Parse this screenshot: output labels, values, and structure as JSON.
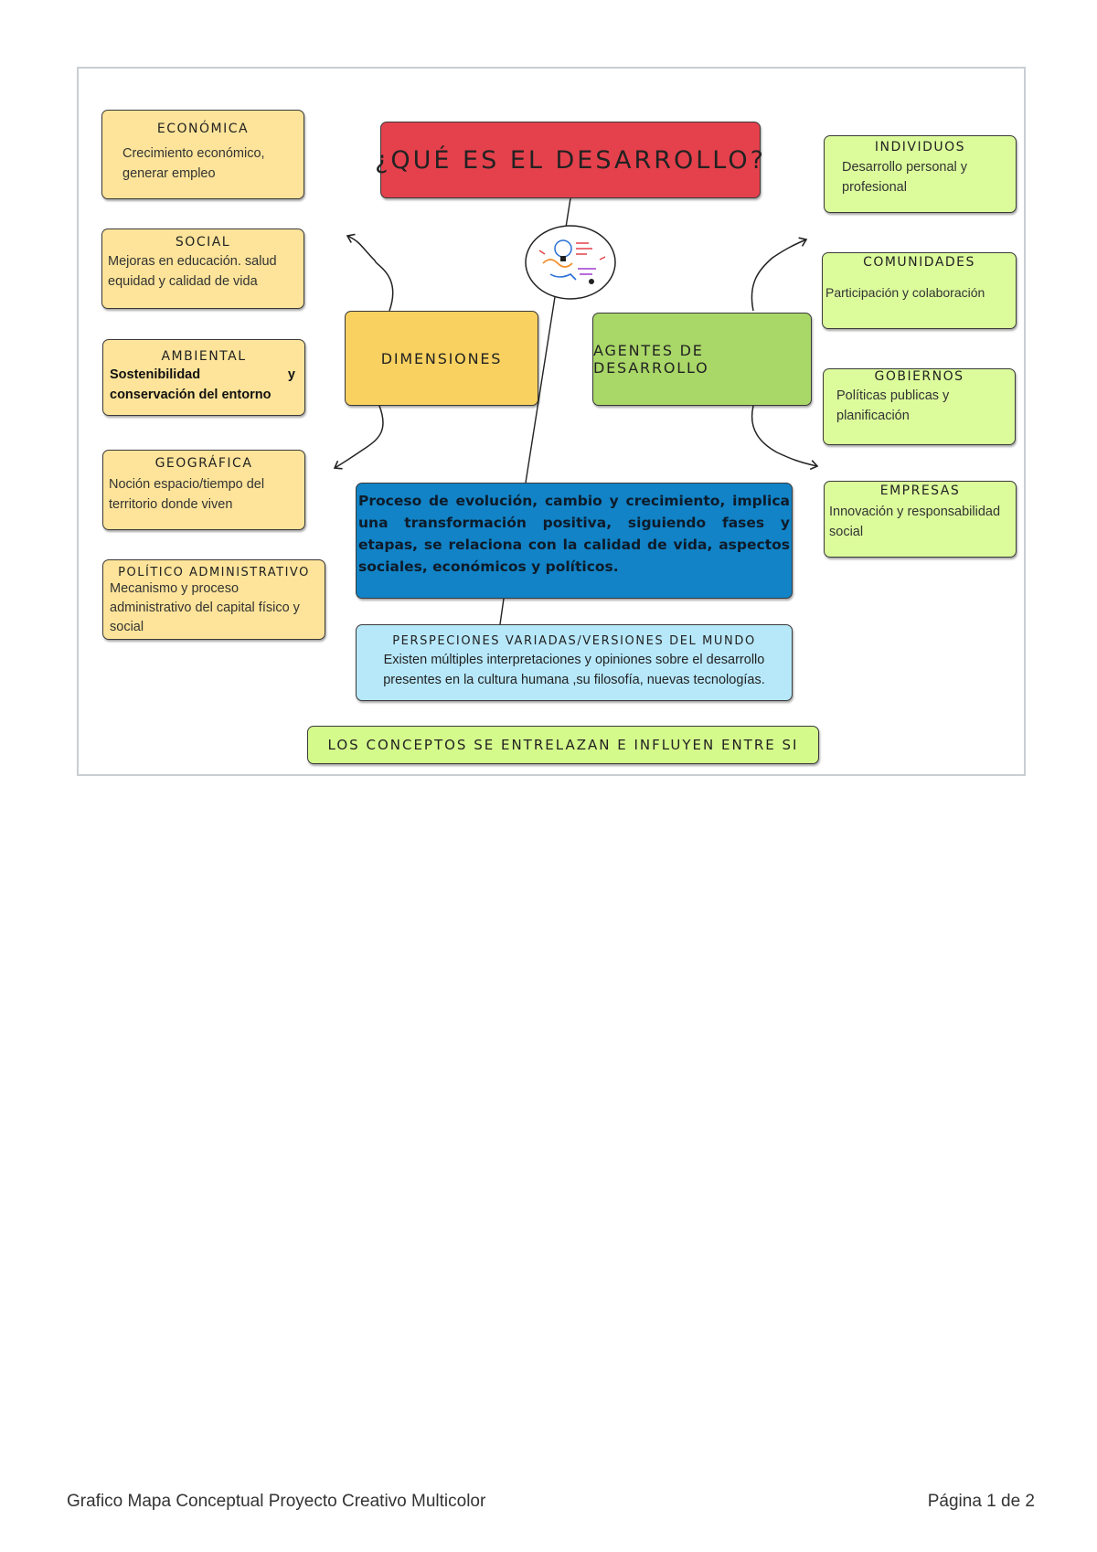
{
  "map": {
    "title": "¿QUÉ ES EL DESARROLLO?",
    "dimensions_label": "DIMENSIONES",
    "agents_label": "AGENTES DE DESARROLLO",
    "definition": "Proceso de evolución, cambio y crecimiento, implica una transformación positiva, siguiendo fases y etapas, se relaciona con la calidad de vida, aspectos sociales, económicos y políticos.",
    "perspectives": {
      "title": "PERSPECIONES VARIADAS/VERSIONES DEL MUNDO",
      "text": "Existen múltiples interpretaciones y opiniones sobre el desarrollo presentes en la cultura humana ,su filosofía, nuevas tecnologías."
    },
    "conclusion": "LOS CONCEPTOS SE ENTRELAZAN E INFLUYEN ENTRE SI",
    "dimensions": [
      {
        "title": "ECONÓMICA",
        "text": "Crecimiento económico, generar empleo"
      },
      {
        "title": "SOCIAL",
        "text": "Mejoras en educación. salud equidad y calidad de vida"
      },
      {
        "title": "AMBIENTAL",
        "text": "Sostenibilidad y conservación del entorno"
      },
      {
        "title": "GEOGRÁFICA",
        "text": "Noción espacio/tiempo del territorio donde viven"
      },
      {
        "title": "POLÍTICO ADMINISTRATIVO",
        "text": "Mecanismo y proceso administrativo del capital físico y social"
      }
    ],
    "agents": [
      {
        "title": "INDIVIDUOS",
        "text": "Desarrollo personal y profesional"
      },
      {
        "title": "COMUNIDADES",
        "text": "Participación y colaboración"
      },
      {
        "title": "GOBIERNOS",
        "text": "Políticas publicas y planificación"
      },
      {
        "title": "EMPRESAS",
        "text": "Innovación y responsabilidad social"
      }
    ],
    "center_icon": "lightbulb-idea-icon"
  },
  "footer": {
    "document_title": "Grafico Mapa Conceptual Proyecto Creativo Multicolor",
    "page_indicator": "Página 1 de 2"
  },
  "colors": {
    "title_red": "#e4414c",
    "dimension_yellow": "#fde49a",
    "dimensions_header": "#f9d160",
    "agent_green": "#dcfc9c",
    "agents_header": "#a9d768",
    "definition_blue": "#1183c6",
    "perspectives_lightblue": "#b7e8fa"
  }
}
